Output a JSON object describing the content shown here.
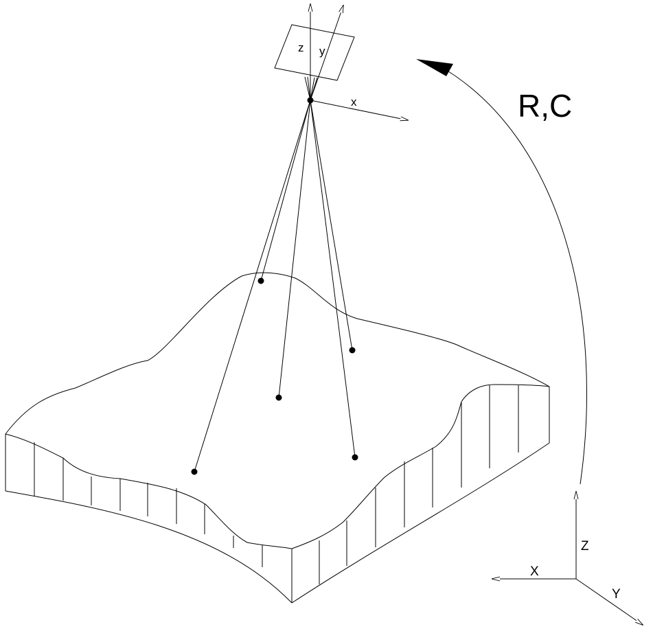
{
  "camera": {
    "axes": {
      "x": "x",
      "y": "y",
      "z": "z"
    }
  },
  "transform": {
    "label": "R,C"
  },
  "world": {
    "axes": {
      "X": "X",
      "Y": "Y",
      "Z": "Z"
    }
  },
  "colors": {
    "line": "#000000",
    "background": "#ffffff"
  }
}
